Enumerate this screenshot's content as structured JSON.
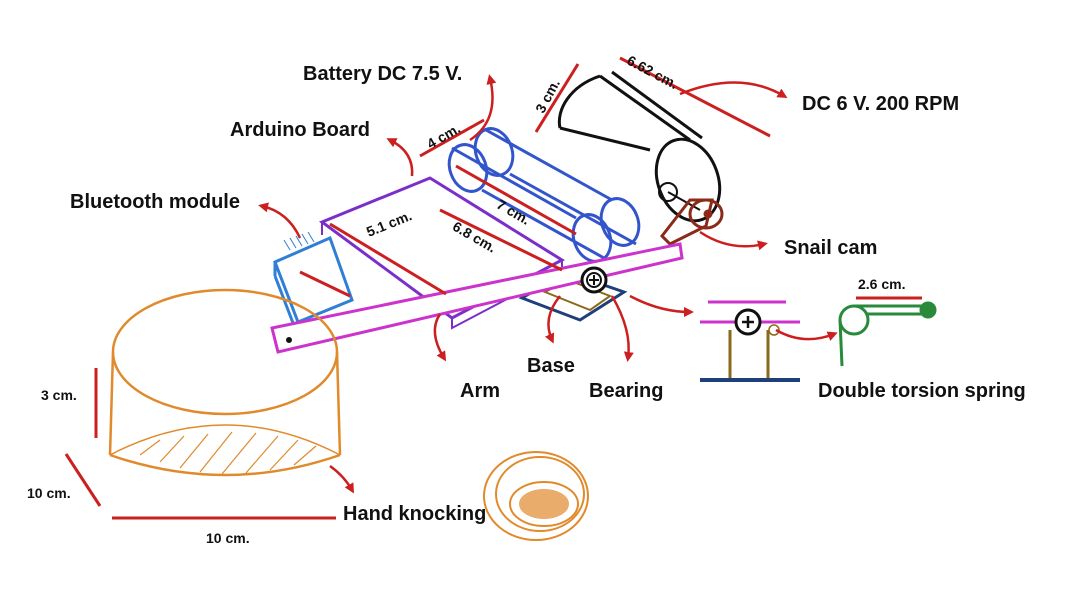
{
  "labels": {
    "battery": "Battery DC 7.5 V.",
    "arduino": "Arduino Board",
    "bluetooth": "Bluetooth module",
    "motor": "DC 6 V. 200 RPM",
    "snail_cam": "Snail cam",
    "base": "Base",
    "arm": "Arm",
    "bearing": "Bearing",
    "spring": "Double torsion spring",
    "hand_knocking": "Hand knocking"
  },
  "dimensions": {
    "motor_length": "6.62 cm.",
    "motor_diameter": "3 cm.",
    "battery_width": "4 cm.",
    "battery_length": "7 cm.",
    "board_width": "5.1 cm.",
    "board_length": "6.8 cm.",
    "spring_length": "2.6 cm.",
    "knocker_height": "3 cm.",
    "knocker_depth": "10 cm.",
    "knocker_width": "10 cm."
  },
  "colors": {
    "annotation": "#cc1f1f",
    "arm": "#cc33cc",
    "battery": "#3355cc",
    "board": "#7a2fc9",
    "bluetooth": "#2f7fd6",
    "cam": "#8b2a1a",
    "knocker": "#e08a2c",
    "spring": "#2a8a3c",
    "base_plate": "#1f3f7a",
    "base_bracket": "#8a6a1a"
  }
}
